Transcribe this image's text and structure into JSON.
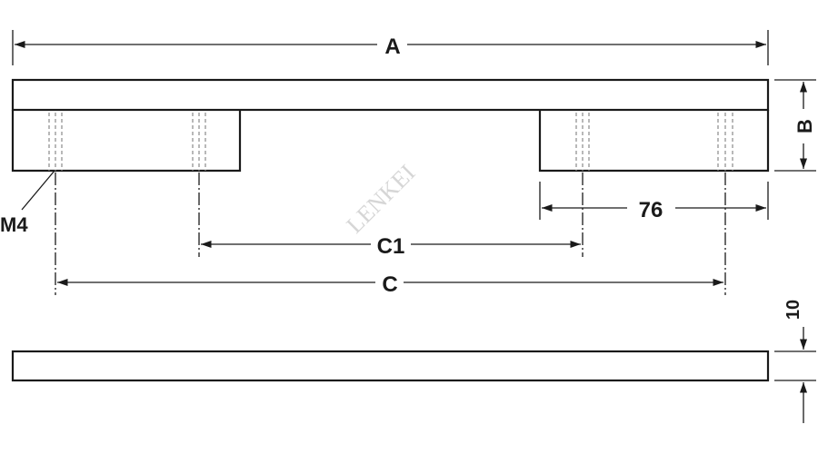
{
  "dimensions": {
    "overall_length": "A",
    "height": "B",
    "hole_spacing_outer": "C",
    "hole_spacing_inner": "C1",
    "leg_width": "76",
    "bar_thickness": "10",
    "thread": "M4"
  },
  "watermark": "LENKEI",
  "colors": {
    "line": "#1a1a1a",
    "hidden": "#8a8a8a",
    "watermark": "#d6d6d6",
    "background": "#ffffff"
  }
}
